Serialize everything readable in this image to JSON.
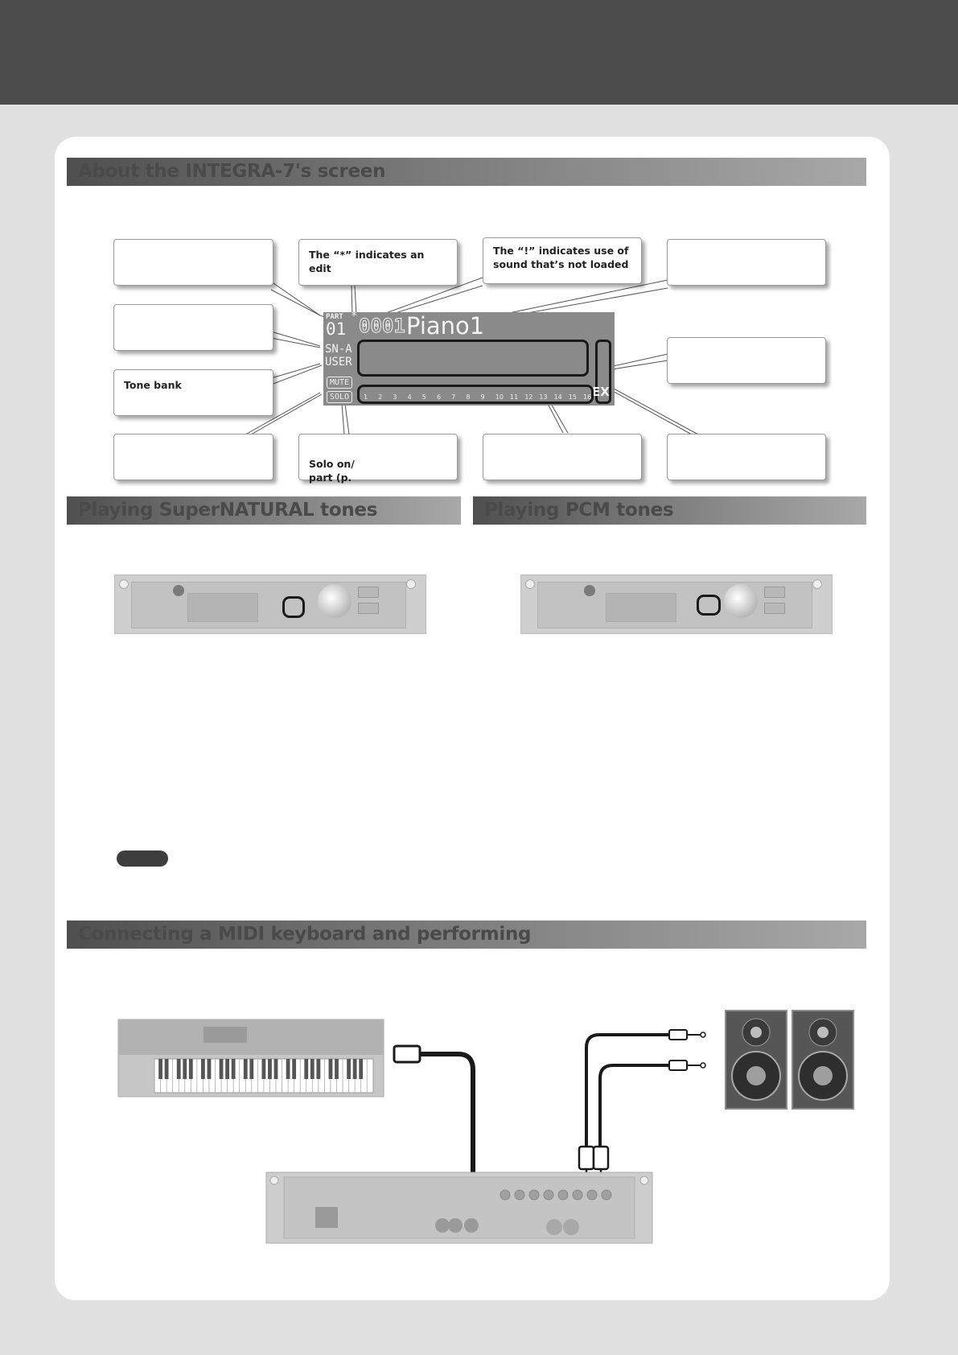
{
  "sections": {
    "screen": "About the INTEGRA-7's screen",
    "sn_tones": "Playing SuperNATURAL tones",
    "pcm_tones": "Playing PCM tones",
    "midi": "Connecting a MIDI keyboard and performing"
  },
  "callouts": {
    "edit": "The “*” indicates an edit",
    "not_loaded": "The “!” indicates use of sound that’s not loaded",
    "tone_bank": "Tone bank",
    "solo": "Solo on/\npart (p."
  },
  "lcd": {
    "part_label": "PART",
    "part_number": "01",
    "edit_mark": "*",
    "tone_number": "0001",
    "tone_name": "Piano1",
    "tone_type": "SN-A",
    "tone_bank": "USER",
    "mute_label": "MUTE",
    "solo_label": "SOLO",
    "ex_label": "EX",
    "parts": [
      "1",
      "2",
      "3",
      "4",
      "5",
      "6",
      "7",
      "8",
      "9",
      "10",
      "11",
      "12",
      "13",
      "14",
      "15",
      "16"
    ]
  },
  "colors": {
    "header_bar": "#4d4c4c",
    "page_bg": "#e1e1e1",
    "memo_pill": "#3e3e3e"
  }
}
